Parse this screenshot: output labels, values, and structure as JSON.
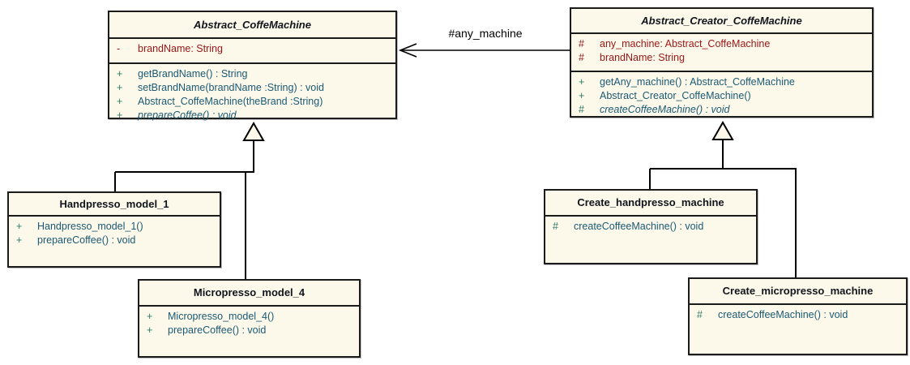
{
  "relation": {
    "label": "#any_machine"
  },
  "classes": [
    {
      "id": "abstract-coffemachine",
      "name": "Abstract_CoffeMachine",
      "abstract": true,
      "attributes": [
        {
          "visibility": "-",
          "text": "brandName: String",
          "italic": false
        }
      ],
      "methods": [
        {
          "visibility": "+",
          "text": "getBrandName() : String",
          "italic": false
        },
        {
          "visibility": "+",
          "text": "setBrandName(brandName :String) : void",
          "italic": false
        },
        {
          "visibility": "+",
          "text": "Abstract_CoffeMachine(theBrand :String)",
          "italic": false
        },
        {
          "visibility": "+",
          "text": "prepareCoffee() : void",
          "italic": true
        }
      ]
    },
    {
      "id": "abstract-creator-coffemachine",
      "name": "Abstract_Creator_CoffeMachine",
      "abstract": true,
      "attributes": [
        {
          "visibility": "#",
          "text": "any_machine: Abstract_CoffeMachine",
          "italic": false
        },
        {
          "visibility": "#",
          "text": "brandName: String",
          "italic": false
        }
      ],
      "methods": [
        {
          "visibility": "+",
          "text": "getAny_machine() : Abstract_CoffeMachine",
          "italic": false
        },
        {
          "visibility": "+",
          "text": "Abstract_Creator_CoffeMachine()",
          "italic": false
        },
        {
          "visibility": "#",
          "text": "createCoffeeMachine() : void",
          "italic": true
        }
      ]
    },
    {
      "id": "handpresso-model-1",
      "name": "Handpresso_model_1",
      "abstract": false,
      "attributes": [],
      "methods": [
        {
          "visibility": "+",
          "text": "Handpresso_model_1()",
          "italic": false
        },
        {
          "visibility": "+",
          "text": "prepareCoffee() : void",
          "italic": false
        }
      ]
    },
    {
      "id": "micropresso-model-4",
      "name": "Micropresso_model_4",
      "abstract": false,
      "attributes": [],
      "methods": [
        {
          "visibility": "+",
          "text": "Micropresso_model_4()",
          "italic": false
        },
        {
          "visibility": "+",
          "text": "prepareCoffee() : void",
          "italic": false
        }
      ]
    },
    {
      "id": "create-handpresso-machine",
      "name": "Create_handpresso_machine",
      "abstract": false,
      "attributes": [],
      "methods": [
        {
          "visibility": "#",
          "text": "createCoffeeMachine() : void",
          "italic": false
        }
      ]
    },
    {
      "id": "create-micropresso-machine",
      "name": "Create_micropresso_machine",
      "abstract": false,
      "attributes": [],
      "methods": [
        {
          "visibility": "#",
          "text": "createCoffeeMachine() : void",
          "italic": false
        }
      ]
    }
  ],
  "colors": {
    "box_fill": "#FCF8EA",
    "box_border": "#1B1B1B",
    "title_color": "#11151C",
    "attribute_color": "#9B1616",
    "method_color": "#1A5A74",
    "method_marker_color": "#2B7D68",
    "connector_color": "#000000"
  }
}
